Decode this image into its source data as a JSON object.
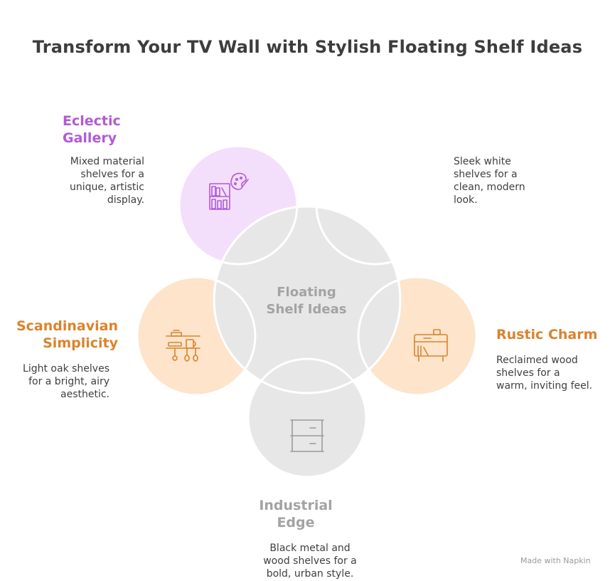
{
  "title": "Transform Your TV Wall with Stylish Floating Shelf Ideas",
  "colors": {
    "purple": "#b05ad8",
    "purple_fill": "#f3dffb",
    "orange": "#da832d",
    "orange_fill": "#fde4cb",
    "gray_fill": "#e7e7e7",
    "gray_text": "#a3a3a3",
    "icon_gray": "#9a9a9a"
  },
  "center": {
    "label_line1": "Floating",
    "label_line2": "Shelf Ideas"
  },
  "items": [
    {
      "heading_line1": "Eclectic",
      "heading_line2": "Gallery",
      "desc_lines": [
        "Mixed material",
        "shelves for a",
        "unique, artistic",
        "display."
      ],
      "icon": "bookshelf-palette-icon"
    },
    {
      "heading_line1": "",
      "heading_line2": "",
      "desc_lines": [
        "Sleek white",
        "shelves for a",
        "clean, modern",
        "look."
      ],
      "icon": ""
    },
    {
      "heading_line1": "Rustic Charm",
      "heading_line2": "",
      "desc_lines": [
        "Reclaimed wood",
        "shelves for a",
        "warm, inviting feel."
      ],
      "icon": "cabinet-books-icon"
    },
    {
      "heading_line1": "Industrial",
      "heading_line2": "Edge",
      "desc_lines": [
        "Black metal and",
        "wood shelves for a",
        "bold, urban style."
      ],
      "icon": "drawer-cabinet-icon"
    },
    {
      "heading_line1": "Scandinavian",
      "heading_line2": "Simplicity",
      "desc_lines": [
        "Light oak shelves",
        "for a bright, airy",
        "aesthetic."
      ],
      "icon": "kitchen-shelf-icon"
    }
  ],
  "watermark": "Made with  Napkin"
}
